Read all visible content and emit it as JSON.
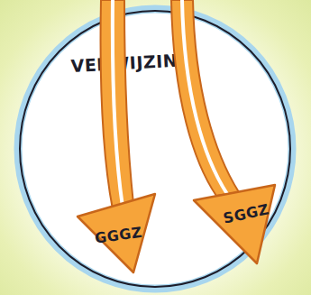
{
  "diagram": {
    "nodes": [
      {
        "text": [
          "VERWIJZING"
        ]
      },
      {
        "text": [
          "GGGZ"
        ],
        "in": 0
      },
      {
        "text": [
          "SGGZ"
        ],
        "in": 0
      }
    ]
  }
}
